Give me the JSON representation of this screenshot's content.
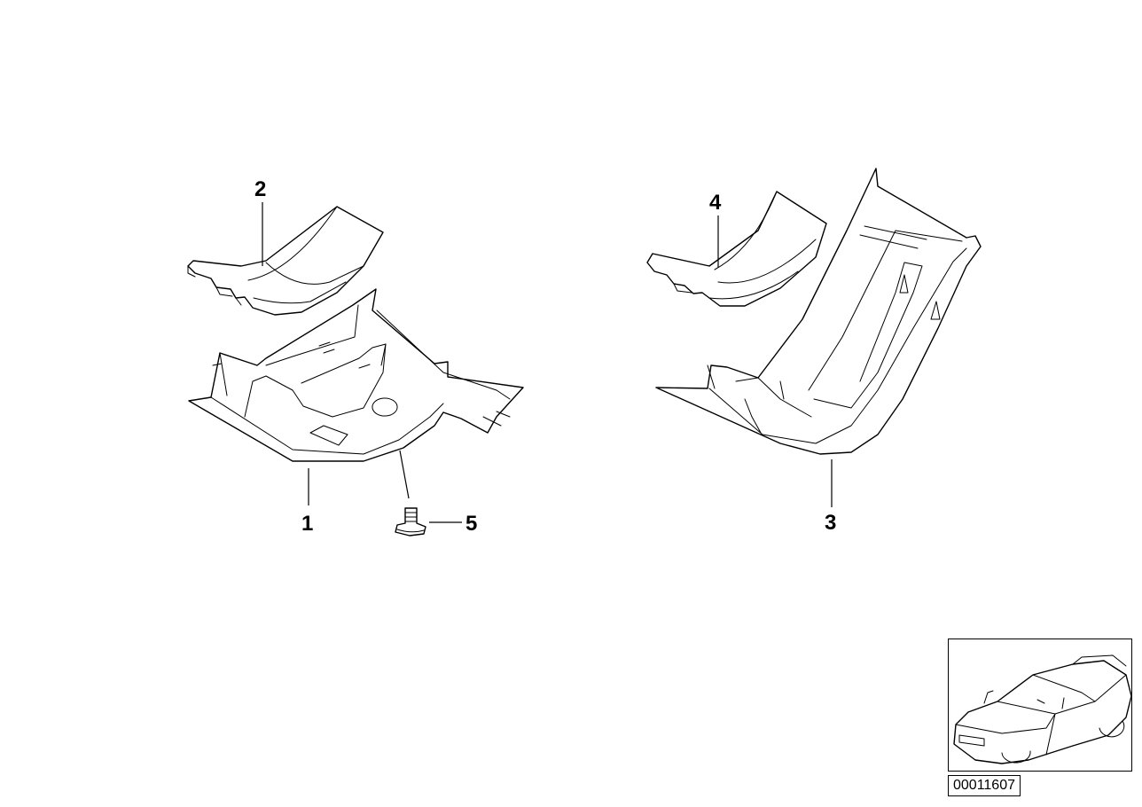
{
  "callouts": {
    "c1": "1",
    "c2": "2",
    "c3": "3",
    "c4": "4",
    "c5": "5"
  },
  "image_id": "00011607",
  "icons": {
    "reference": "car-outline-icon"
  }
}
